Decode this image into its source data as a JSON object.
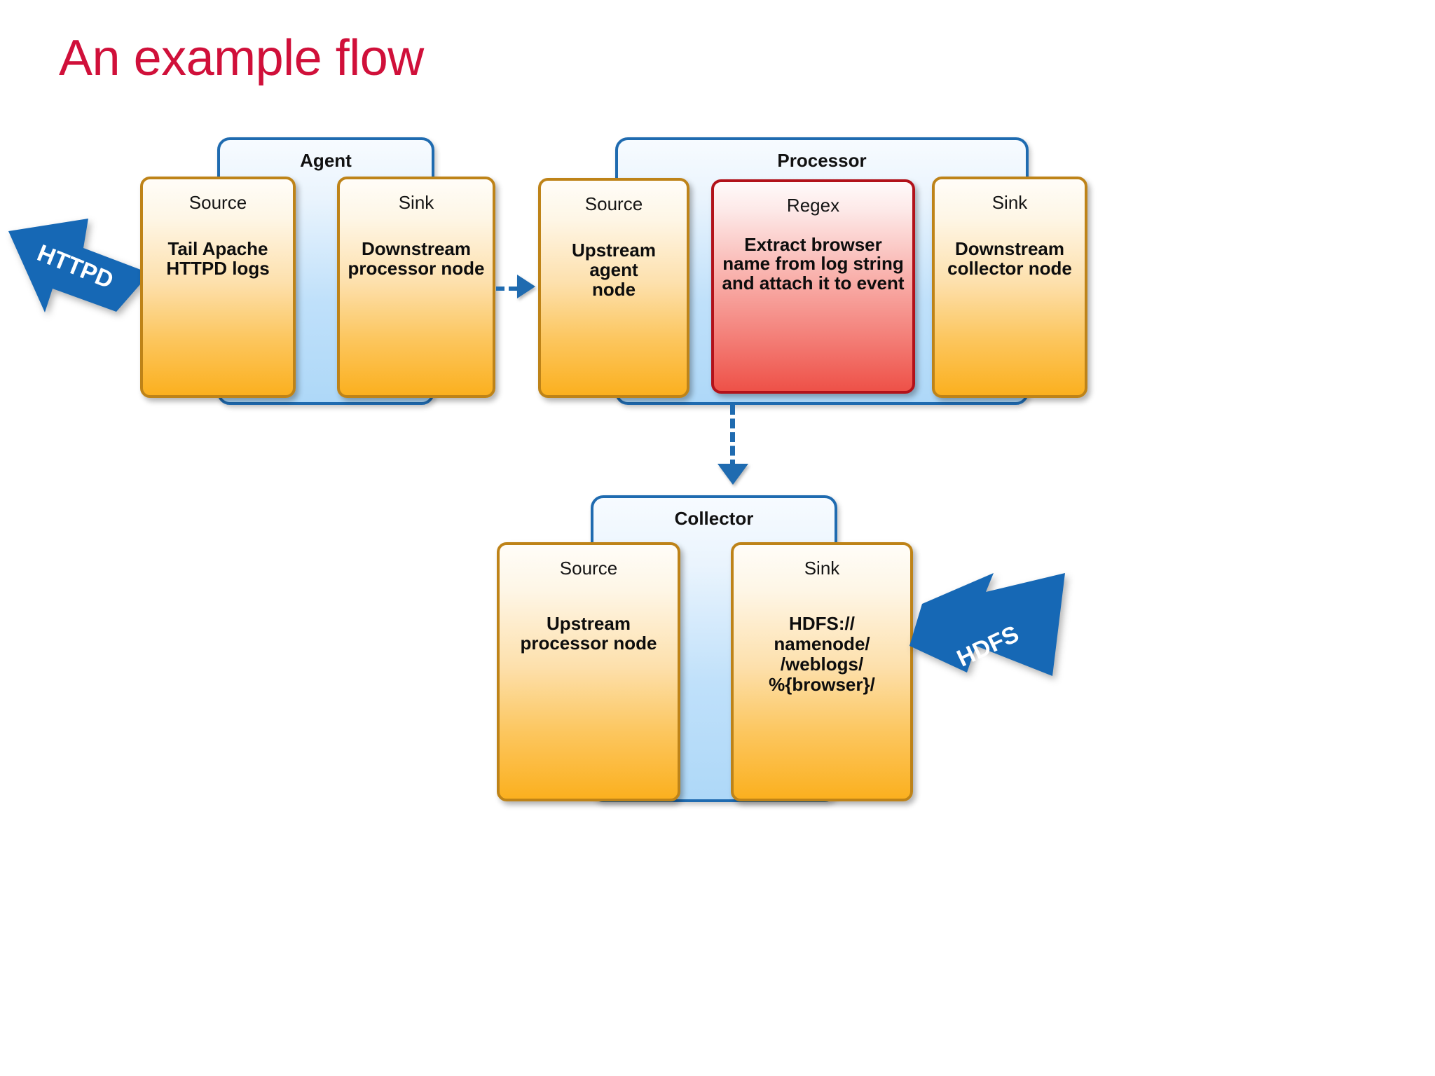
{
  "title": "An example flow",
  "accent": {
    "title_color": "#D0103A",
    "group_border": "#1F6BB0",
    "node_border": "#BE8318",
    "regex_border": "#B2121A",
    "arrow_blue": "#1F6BB0"
  },
  "groups": [
    {
      "id": "agent",
      "label": "Agent",
      "nodes": [
        {
          "id": "agent-source",
          "title": "Source",
          "body": "Tail Apache\nHTTPD logs",
          "kind": "standard"
        },
        {
          "id": "agent-sink",
          "title": "Sink",
          "body": "Downstream\nprocessor node",
          "kind": "standard"
        }
      ]
    },
    {
      "id": "processor",
      "label": "Processor",
      "nodes": [
        {
          "id": "processor-source",
          "title": "Source",
          "body": "Upstream agent\nnode",
          "kind": "standard"
        },
        {
          "id": "processor-regex",
          "title": "Regex",
          "body": "Extract browser\nname from log string\nand attach it to event",
          "kind": "regex"
        },
        {
          "id": "processor-sink",
          "title": "Sink",
          "body": "Downstream\ncollector node",
          "kind": "standard"
        }
      ]
    },
    {
      "id": "collector",
      "label": "Collector",
      "nodes": [
        {
          "id": "collector-source",
          "title": "Source",
          "body": "Upstream\nprocessor node",
          "kind": "standard"
        },
        {
          "id": "collector-sink",
          "title": "Sink",
          "body": "HDFS://\nnamenode/\n/weblogs/\n%{browser}/",
          "kind": "standard"
        }
      ]
    }
  ],
  "block_arrows": [
    {
      "id": "httpd-arrow",
      "label": "HTTPD"
    },
    {
      "id": "hdfs-arrow",
      "label": "HDFS"
    }
  ]
}
